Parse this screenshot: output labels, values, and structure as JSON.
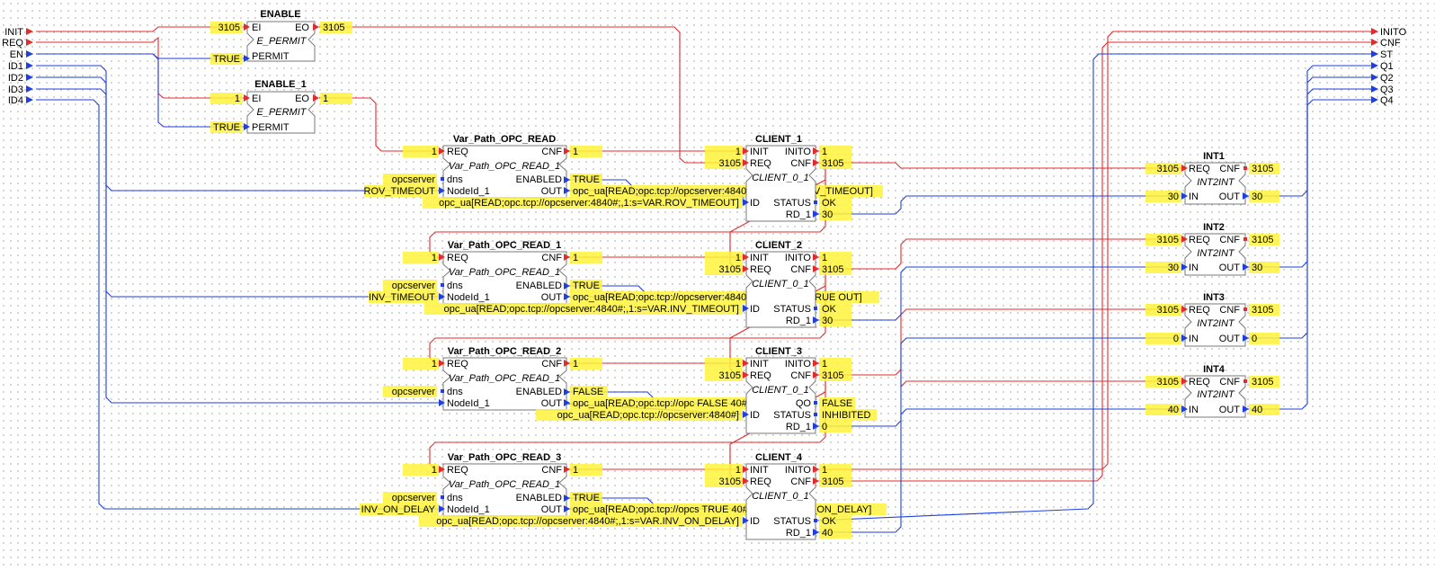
{
  "colors": {
    "event_wire": "#e32b2b",
    "data_wire": "#1f3fe0",
    "value_highlight": "#fff33b",
    "block_border": "#7a7a7a"
  },
  "inputs": {
    "init": "INIT",
    "req": "REQ",
    "en": "EN",
    "id1": "ID1",
    "id2": "ID2",
    "id3": "ID3",
    "id4": "ID4"
  },
  "outputs": {
    "inito": "INITO",
    "cnf": "CNF",
    "st": "ST",
    "q1": "Q1",
    "q2": "Q2",
    "q3": "Q3",
    "q4": "Q4"
  },
  "enable": {
    "name": "ENABLE",
    "type": "E_PERMIT",
    "ei": "EI",
    "eo": "EO",
    "permit": "PERMIT",
    "ei_val": "3105",
    "eo_val": "3105",
    "permit_val": "TRUE"
  },
  "enable_1": {
    "name": "ENABLE_1",
    "type": "E_PERMIT",
    "ei": "EI",
    "eo": "EO",
    "permit": "PERMIT",
    "ei_val": "1",
    "eo_val": "1",
    "permit_val": "TRUE"
  },
  "varpath_pins": {
    "req": "REQ",
    "cnf": "CNF",
    "dns": "dns",
    "nodeid": "NodeId_1",
    "enabled": "ENABLED",
    "out": "OUT",
    "type": "Var_Path_OPC_READ_1"
  },
  "var_paths": [
    {
      "name": "Var_Path_OPC_READ",
      "req_val": "1",
      "cnf_val": "1",
      "dns_val": "opcserver",
      "nodeid_val": "ROV_TIMEOUT",
      "enabled_val": "TRUE",
      "out_val": "opc_ua[READ;opc.tcp://opcserver:4840#;,1:s=VAR.ROV_TIMEOUT]"
    },
    {
      "name": "Var_Path_OPC_READ_1",
      "req_val": "1",
      "cnf_val": "1",
      "dns_val": "opcserver",
      "nodeid_val": "INV_TIMEOUT",
      "enabled_val": "TRUE",
      "out_val": "opc_ua[READ;opc.tcp://opcserver:4840#;,1:s=VAR.INTRUE OUT]"
    },
    {
      "name": "Var_Path_OPC_READ_2",
      "req_val": "1",
      "cnf_val": "1",
      "dns_val": "opcserver",
      "nodeid_val": "",
      "enabled_val": "FALSE",
      "out_val": "opc_ua[READ;opc.tcp://opc FALSE 40#]"
    },
    {
      "name": "Var_Path_OPC_READ_3",
      "req_val": "1",
      "cnf_val": "1",
      "dns_val": "opcserver",
      "nodeid_val": "INV_ON_DELAY",
      "enabled_val": "TRUE",
      "out_val": "opc_ua[READ;opc.tcp://opcs TRUE 40#;,1:s=VAR.INV_ON_DELAY]"
    }
  ],
  "client_pins": {
    "init": "INIT",
    "inito": "INITO",
    "req": "REQ",
    "cnf": "CNF",
    "id": "ID",
    "status": "STATUS",
    "rd": "RD_1",
    "qo": "QO",
    "type": "CLIENT_0_1"
  },
  "clients": [
    {
      "name": "CLIENT_1",
      "init_val": "1",
      "req_val": "3105",
      "inito_val": "1",
      "cnf_val": "3105",
      "id_val": "opc_ua[READ;opc.tcp://opcserver:4840#;,1:s=VAR.ROV_TIMEOUT]",
      "status_val": "OK",
      "rd_val": "30",
      "qo_val": ""
    },
    {
      "name": "CLIENT_2",
      "init_val": "1",
      "req_val": "3105",
      "inito_val": "1",
      "cnf_val": "3105",
      "id_val": "opc_ua[READ;opc.tcp://opcserver:4840#;,1:s=VAR.INV_TIMEOUT]",
      "status_val": "OK",
      "rd_val": "30",
      "qo_val": ""
    },
    {
      "name": "CLIENT_3",
      "init_val": "1",
      "req_val": "3105",
      "inito_val": "1",
      "cnf_val": "3105",
      "id_val": "opc_ua[READ;opc.tcp://opcserver:4840#]",
      "status_val": "INHIBITED",
      "rd_val": "0",
      "qo_val": "FALSE"
    },
    {
      "name": "CLIENT_4",
      "init_val": "1",
      "req_val": "3105",
      "inito_val": "1",
      "cnf_val": "3105",
      "id_val": "opc_ua[READ;opc.tcp://opcserver:4840#;,1:s=VAR.INV_ON_DELAY]",
      "status_val": "OK",
      "rd_val": "40",
      "qo_val": ""
    }
  ],
  "int_pins": {
    "req": "REQ",
    "cnf": "CNF",
    "in": "IN",
    "out": "OUT",
    "type": "INT2INT"
  },
  "ints": [
    {
      "name": "INT1",
      "req_val": "3105",
      "cnf_val": "3105",
      "in_val": "30",
      "out_val": "30"
    },
    {
      "name": "INT2",
      "req_val": "3105",
      "cnf_val": "3105",
      "in_val": "30",
      "out_val": "30"
    },
    {
      "name": "INT3",
      "req_val": "3105",
      "cnf_val": "3105",
      "in_val": "0",
      "out_val": "0"
    },
    {
      "name": "INT4",
      "req_val": "3105",
      "cnf_val": "3105",
      "in_val": "40",
      "out_val": "40"
    }
  ]
}
